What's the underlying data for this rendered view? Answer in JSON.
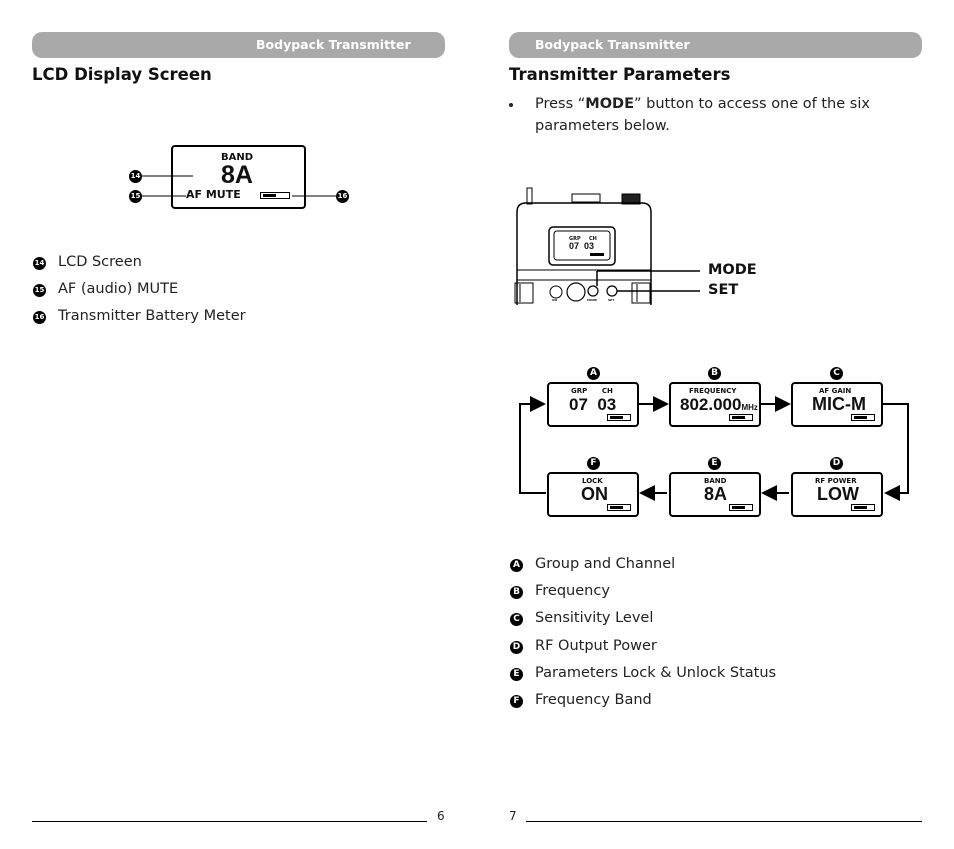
{
  "left_page": {
    "header": "Bodypack Transmitter",
    "title": "LCD Display Screen",
    "lcd": {
      "band_label": "BAND",
      "band_value": "8A",
      "mute_label": "AF MUTE"
    },
    "callouts": [
      "14",
      "15",
      "16"
    ],
    "items": [
      {
        "num": "14",
        "label": "LCD Screen"
      },
      {
        "num": "15",
        "label": "AF (audio) MUTE"
      },
      {
        "num": "16",
        "label": "Transmitter Battery Meter"
      }
    ],
    "page_number": "6"
  },
  "right_page": {
    "header": "Bodypack Transmitter",
    "title": "Transmitter Parameters",
    "bullet": {
      "pre": "Press “",
      "bold": "MODE",
      "post_line1": "” button to access one of the six",
      "line2": "parameters below."
    },
    "device": {
      "grp": "GRP",
      "ch": "CH",
      "value": "07  03",
      "mode_label": "MODE",
      "set_label": "SET",
      "btn_on": "ON",
      "btn_mode": "MODE",
      "btn_set": "SET"
    },
    "cycle": [
      {
        "letter": "A",
        "top": "GRP      CH",
        "value": "07  03",
        "unit": ""
      },
      {
        "letter": "B",
        "top": "FREQUENCY",
        "value": "802.000",
        "unit": "MHz"
      },
      {
        "letter": "C",
        "top": "AF GAIN",
        "value": "MIC-M",
        "unit": ""
      },
      {
        "letter": "D",
        "top": "RF POWER",
        "value": "LOW",
        "unit": ""
      },
      {
        "letter": "E",
        "top": "BAND",
        "value": "8A",
        "unit": ""
      },
      {
        "letter": "F",
        "top": "LOCK",
        "value": "ON",
        "unit": ""
      }
    ],
    "items": [
      {
        "letter": "A",
        "label": "Group and Channel"
      },
      {
        "letter": "B",
        "label": "Frequency"
      },
      {
        "letter": "C",
        "label": "Sensitivity Level"
      },
      {
        "letter": "D",
        "label": "RF Output Power"
      },
      {
        "letter": "E",
        "label": "Parameters Lock & Unlock Status"
      },
      {
        "letter": "F",
        "label": "Frequency Band"
      }
    ],
    "page_number": "7"
  }
}
